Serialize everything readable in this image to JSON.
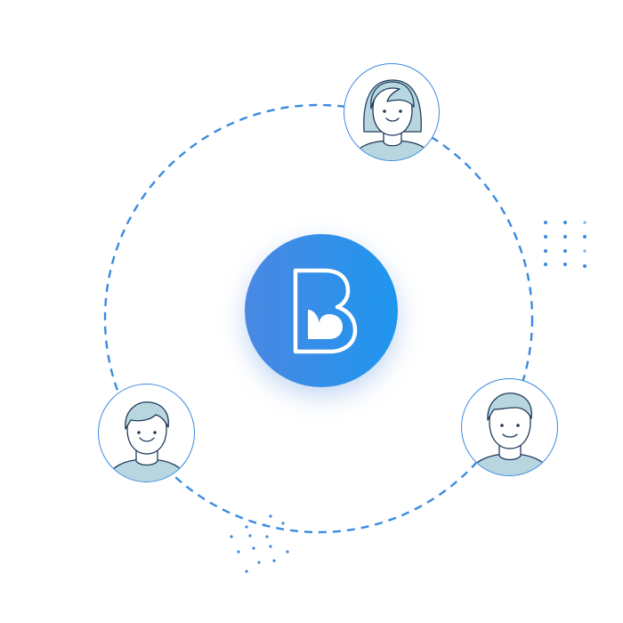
{
  "diagram": {
    "accent_color": "#3a8be0",
    "logo_gradient": [
      "#4a88e3",
      "#1e96ee"
    ],
    "avatar_fill": "#b7d6e0",
    "line_color": "#1f3a5a",
    "center_logo": {
      "icon": "b-logo-icon"
    },
    "nodes": [
      {
        "id": "top",
        "icon": "woman-avatar-icon"
      },
      {
        "id": "left",
        "icon": "young-man-avatar-icon"
      },
      {
        "id": "right",
        "icon": "man-avatar-icon"
      }
    ]
  }
}
